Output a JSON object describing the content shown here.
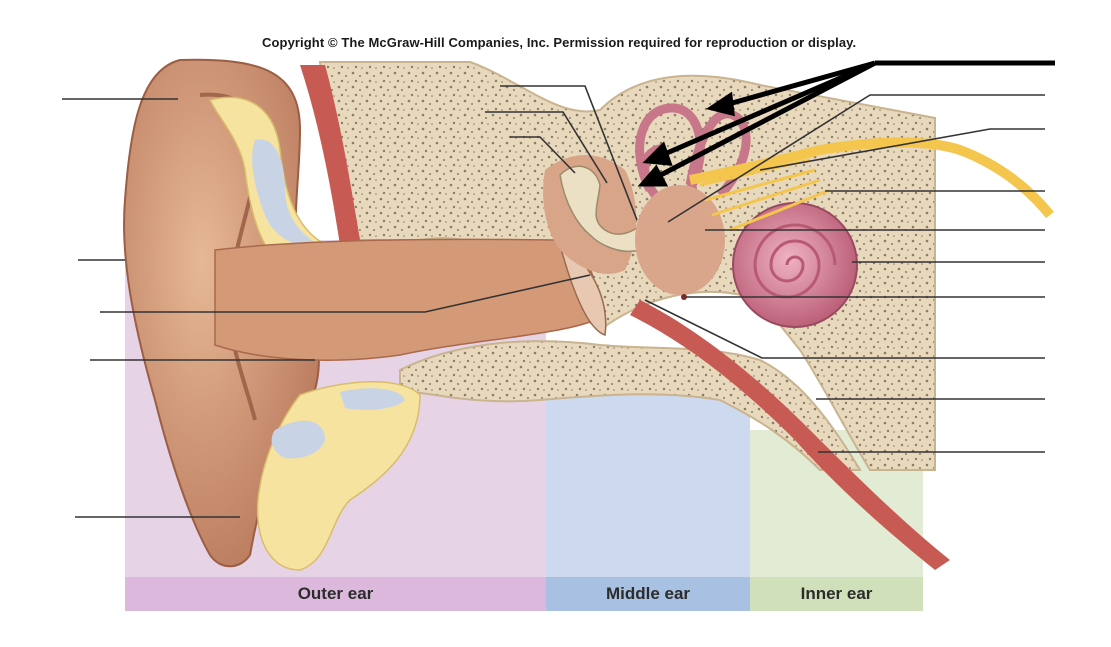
{
  "copyright": "Copyright © The McGraw-Hill Companies, Inc. Permission required for reproduction or display.",
  "regions": {
    "outer": {
      "label": "Outer ear",
      "color": "#e7d3e6",
      "bar_color": "#dcb9dc"
    },
    "middle": {
      "label": "Middle ear",
      "color": "#ccd9ee",
      "bar_color": "#a8c1e2"
    },
    "inner": {
      "label": "Inner ear",
      "color": "#e2ecd4",
      "bar_color": "#cfe0ba"
    }
  },
  "colors": {
    "skin": "#d9a47e",
    "skin_dark": "#b8775a",
    "bone": "#e8d8bc",
    "bone_dot": "#8a7d6a",
    "fat": "#f6e3a0",
    "cartilage": "#c9d3e6",
    "cochlea": "#d98aa0",
    "nerve": "#f4c64d",
    "muscle": "#c85a54"
  }
}
